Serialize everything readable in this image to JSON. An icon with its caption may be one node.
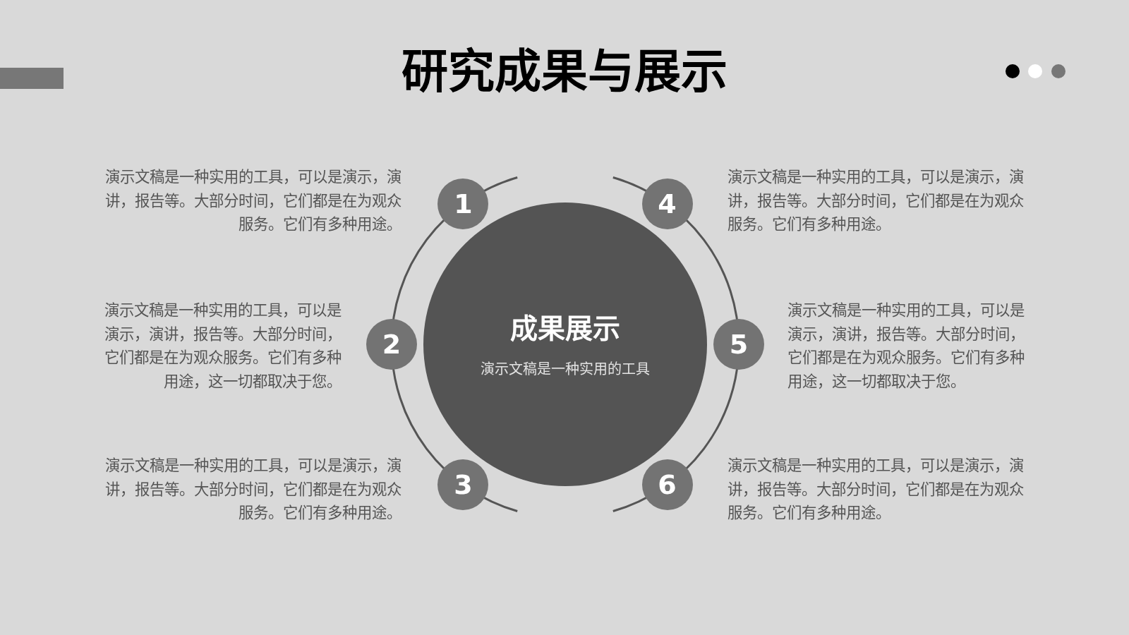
{
  "diagram": {
    "title": "研究成果与展示",
    "nodes": [
      {
        "text": [
          "成果展示",
          "演示文稿是一种实用的工具"
        ]
      },
      {
        "text": [
          "1"
        ]
      },
      {
        "text": [
          "2"
        ]
      },
      {
        "text": [
          "3"
        ]
      },
      {
        "text": [
          "4"
        ]
      },
      {
        "text": [
          "5"
        ]
      },
      {
        "text": [
          "6"
        ]
      }
    ],
    "labels": [
      "演示文稿是一种实用的工具，可以是演示，演讲，报告等。大部分时间，它们都是在为观众服务。它们有多种用途。",
      "演示文稿是一种实用的工具，可以是演示，演讲，报告等。大部分时间，它们都是在为观众服务。它们有多种用途。",
      "演示文稿是一种实用的工具，可以是演示，演讲，报告等。大部分时间，它们都是在为观众服务。它们有多种用途，这一切都取决于您。",
      "演示文稿是一种实用的工具，可以是演示，演讲，报告等。大部分时间，它们都是在为观众服务。它们有多种用途，这一切都取决于您。",
      "演示文稿是一种实用的工具，可以是演示，演讲，报告等。大部分时间，它们都是在为观众服务。它们有多种用途。",
      "演示文稿是一种实用的工具，可以是演示，演讲，报告等。大部分时间，它们都是在为观众服务。它们有多种用途。"
    ]
  }
}
